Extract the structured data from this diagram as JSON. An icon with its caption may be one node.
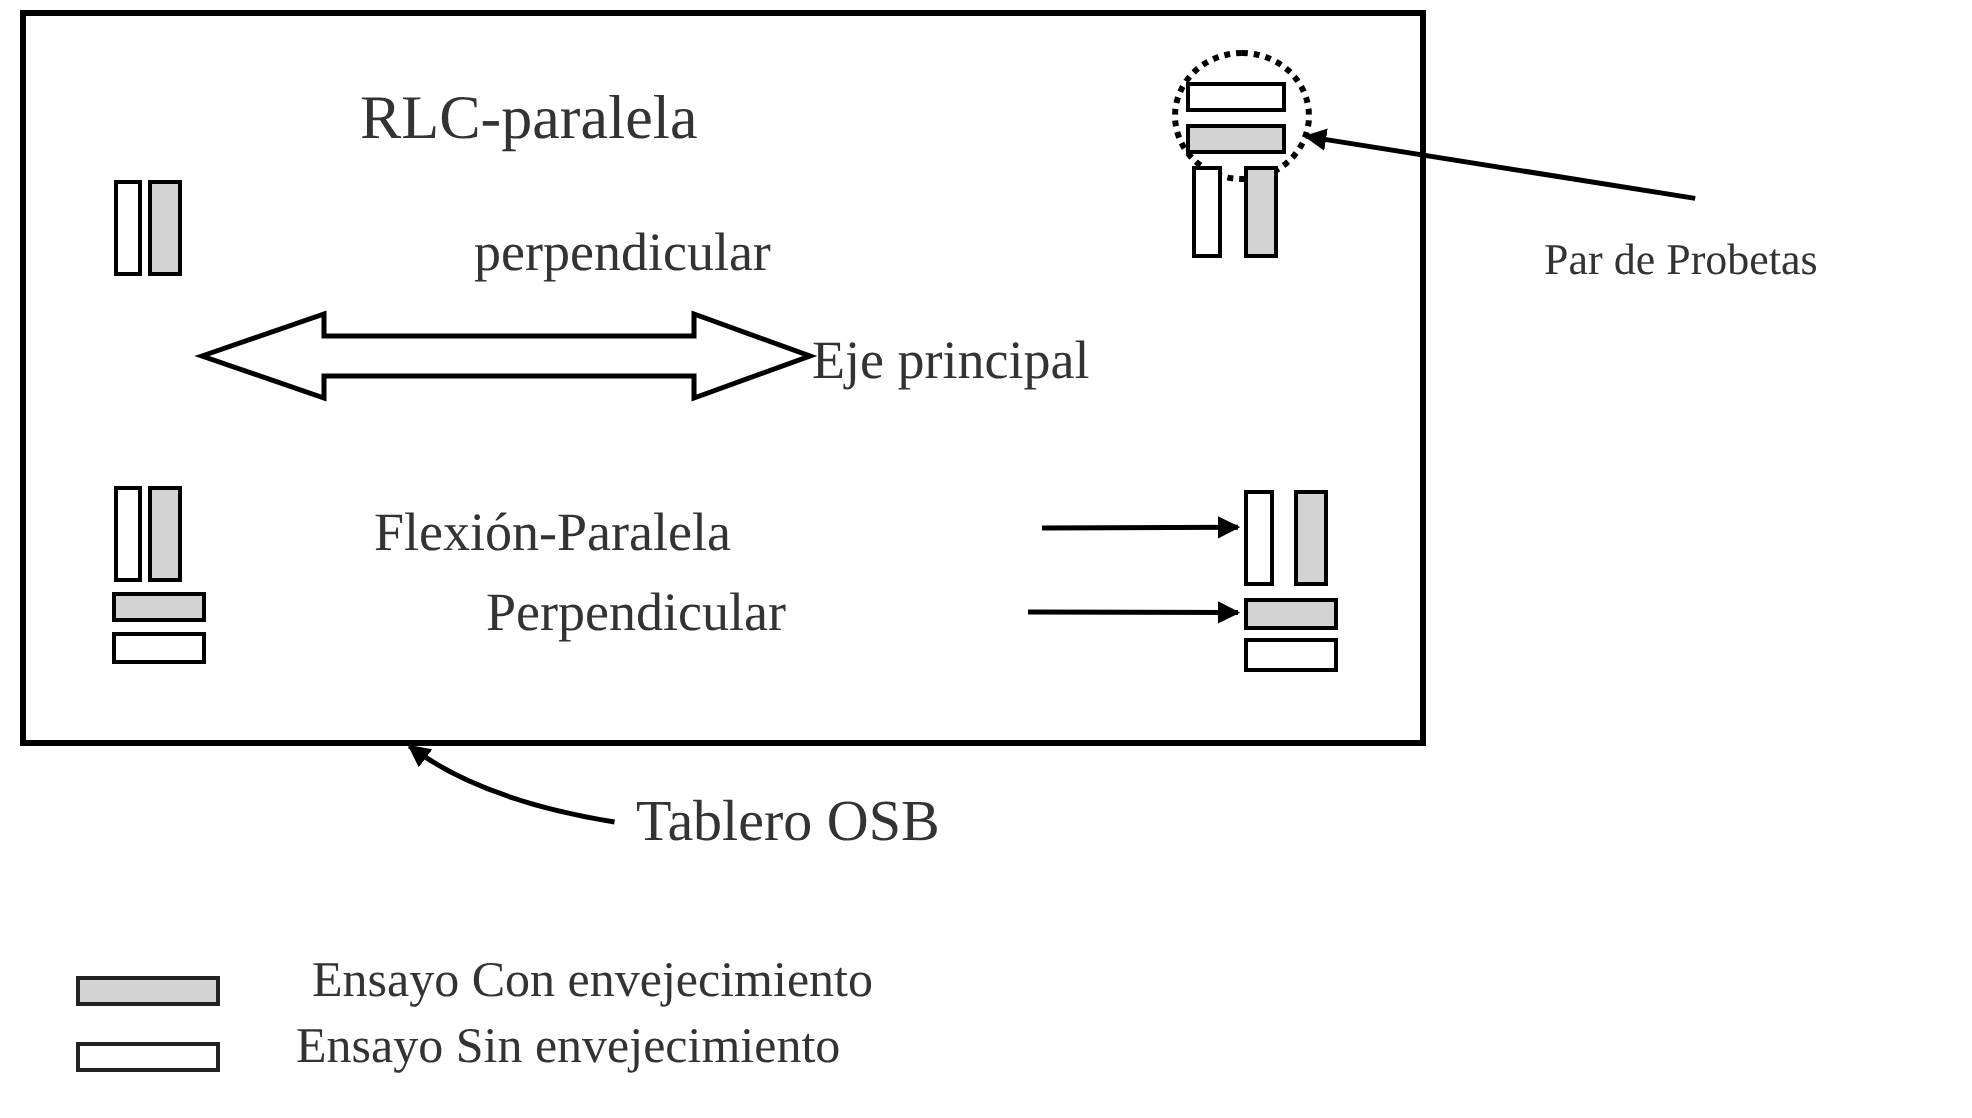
{
  "diagram": {
    "nodes": [
      {
        "text": [],
        "shape": "box"
      },
      {
        "text": [],
        "shape": "box",
        "in": 0
      },
      {
        "text": [],
        "shape": "box",
        "in": 0
      },
      {
        "text": [],
        "shape": "circle",
        "in": 0
      },
      {
        "text": [
          "Par de Probetas"
        ]
      },
      {
        "text": [
          "Tablero OSB"
        ]
      }
    ],
    "edges": [
      {
        "from": null,
        "to": 1,
        "arrow": "to"
      },
      {
        "from": null,
        "to": 2,
        "arrow": "to"
      },
      {
        "from": 4,
        "to": 3,
        "arrow": "to"
      },
      {
        "from": 5,
        "to": 0,
        "arrow": "to"
      }
    ],
    "labels": [
      "RLC-paralela",
      "perpendicular",
      "Eje principal",
      "Flexión-Paralela",
      "Perpendicular"
    ],
    "legend": [
      {
        "text": "Ensayo Con envejecimiento",
        "color": "#d3d3d3"
      },
      {
        "text": "Ensayo Sin envejecimiento",
        "color": "#ffffff"
      }
    ]
  }
}
